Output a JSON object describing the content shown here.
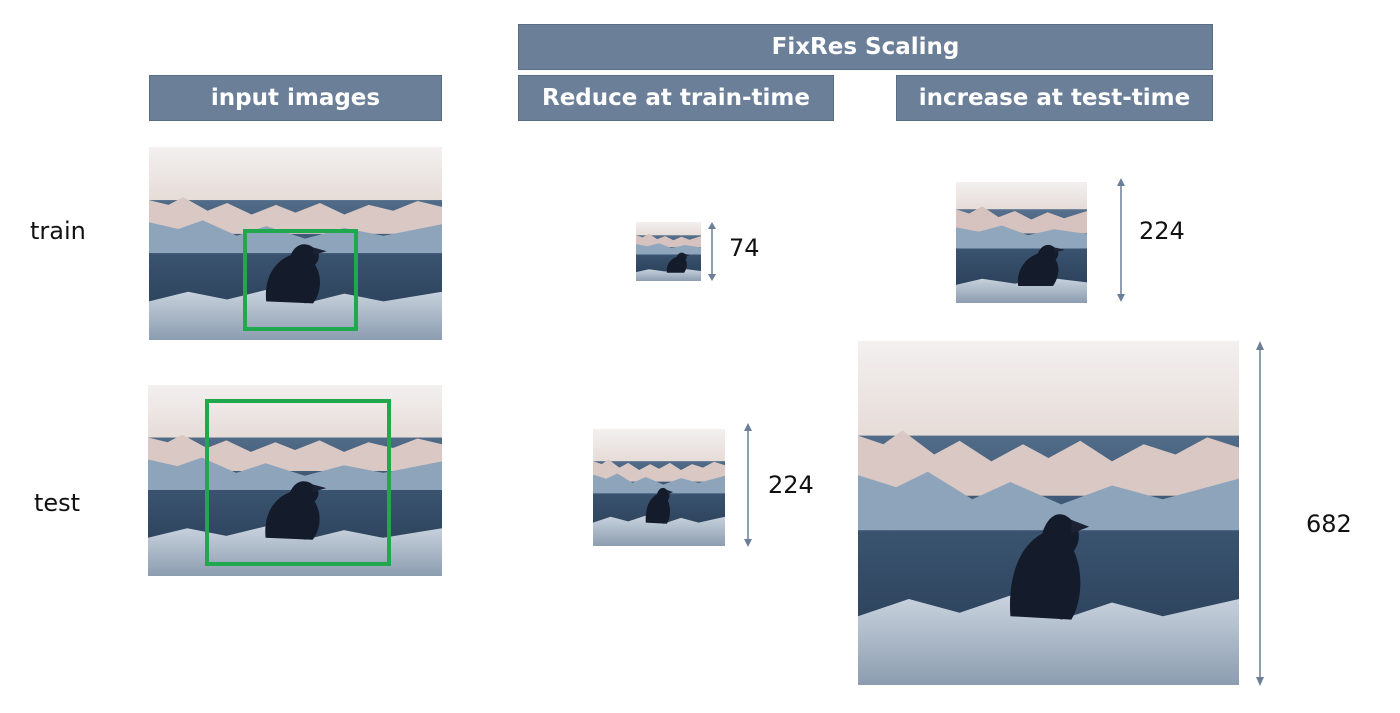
{
  "headers": {
    "top": "FixRes Scaling",
    "input": "input images",
    "reduce": "Reduce at train-time",
    "increase": "increase at test-time"
  },
  "rows": {
    "train": "train",
    "test": "test"
  },
  "sizes": {
    "reduce_train": "74",
    "reduce_test": "224",
    "increase_train": "224",
    "increase_test": "682"
  },
  "colors": {
    "header_bg": "#6b7f99",
    "crop_box": "#1fa84e",
    "arrow": "#6b7f99"
  }
}
